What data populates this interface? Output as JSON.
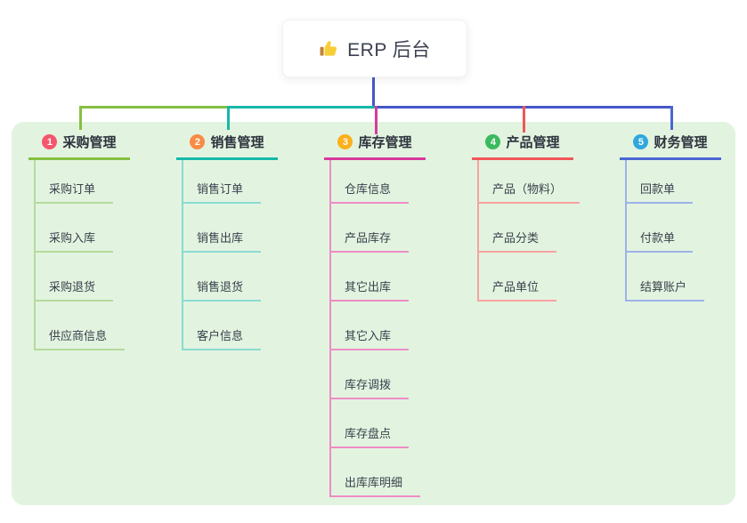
{
  "root": {
    "label": "ERP 后台",
    "icon": "thumbs-up-icon",
    "trunk_color": "#4657c9"
  },
  "branches": [
    {
      "number": "1",
      "label": "采购管理",
      "badge_color": "#f4566d",
      "line_color": "#85bf41",
      "child_line_color": "#b6da9b",
      "children": [
        "采购订单",
        "采购入库",
        "采购退货",
        "供应商信息"
      ]
    },
    {
      "number": "2",
      "label": "销售管理",
      "badge_color": "#f98b45",
      "line_color": "#17b8a9",
      "child_line_color": "#8adbd2",
      "children": [
        "销售订单",
        "销售出库",
        "销售退货",
        "客户信息"
      ]
    },
    {
      "number": "3",
      "label": "库存管理",
      "badge_color": "#fcb01b",
      "line_color": "#d83a9e",
      "child_line_color": "#ee8cc6",
      "children": [
        "仓库信息",
        "产品库存",
        "其它出库",
        "其它入库",
        "库存调拨",
        "库存盘点",
        "出库库明细"
      ]
    },
    {
      "number": "4",
      "label": "产品管理",
      "badge_color": "#3cba5e",
      "line_color": "#f15757",
      "child_line_color": "#f8a2a2",
      "children": [
        "产品（物料）",
        "产品分类",
        "产品单位"
      ]
    },
    {
      "number": "5",
      "label": "财务管理",
      "badge_color": "#2fa8dd",
      "line_color": "#4a67d2",
      "child_line_color": "#9db2e8",
      "children": [
        "回款单",
        "付款单",
        "结算账户"
      ]
    }
  ]
}
